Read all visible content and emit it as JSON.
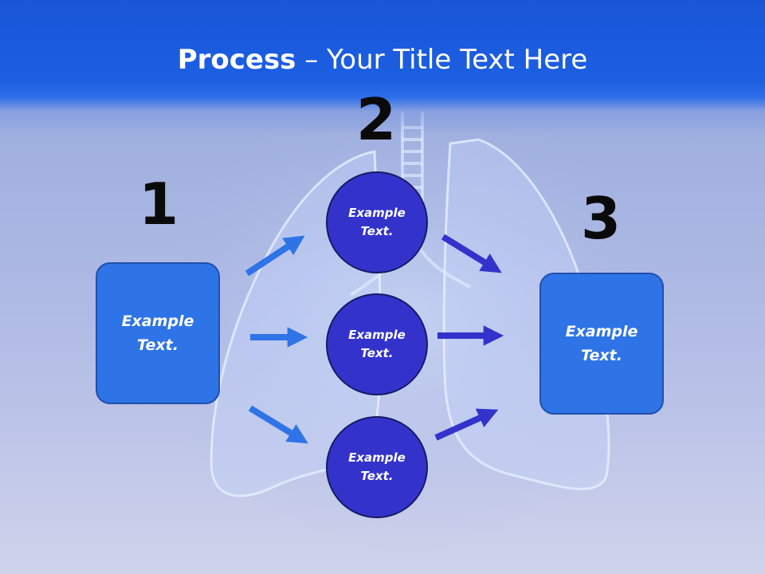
{
  "title": {
    "bold": "Process",
    "rest": " – Your Title Text Here"
  },
  "steps": {
    "one": "1",
    "two": "2",
    "three": "3"
  },
  "left_box": {
    "line1": "Example",
    "line2": "Text."
  },
  "right_box": {
    "line1": "Example",
    "line2": "Text."
  },
  "circles": [
    {
      "line1": "Example",
      "line2": "Text."
    },
    {
      "line1": "Example",
      "line2": "Text."
    },
    {
      "line1": "Example",
      "line2": "Text."
    }
  ],
  "colors": {
    "title_band": "#1c5fe2",
    "box_fill": "#2f74e6",
    "circle_fill": "#3333cc",
    "arrow_left": "#2f74e6",
    "arrow_right": "#3333cc"
  }
}
